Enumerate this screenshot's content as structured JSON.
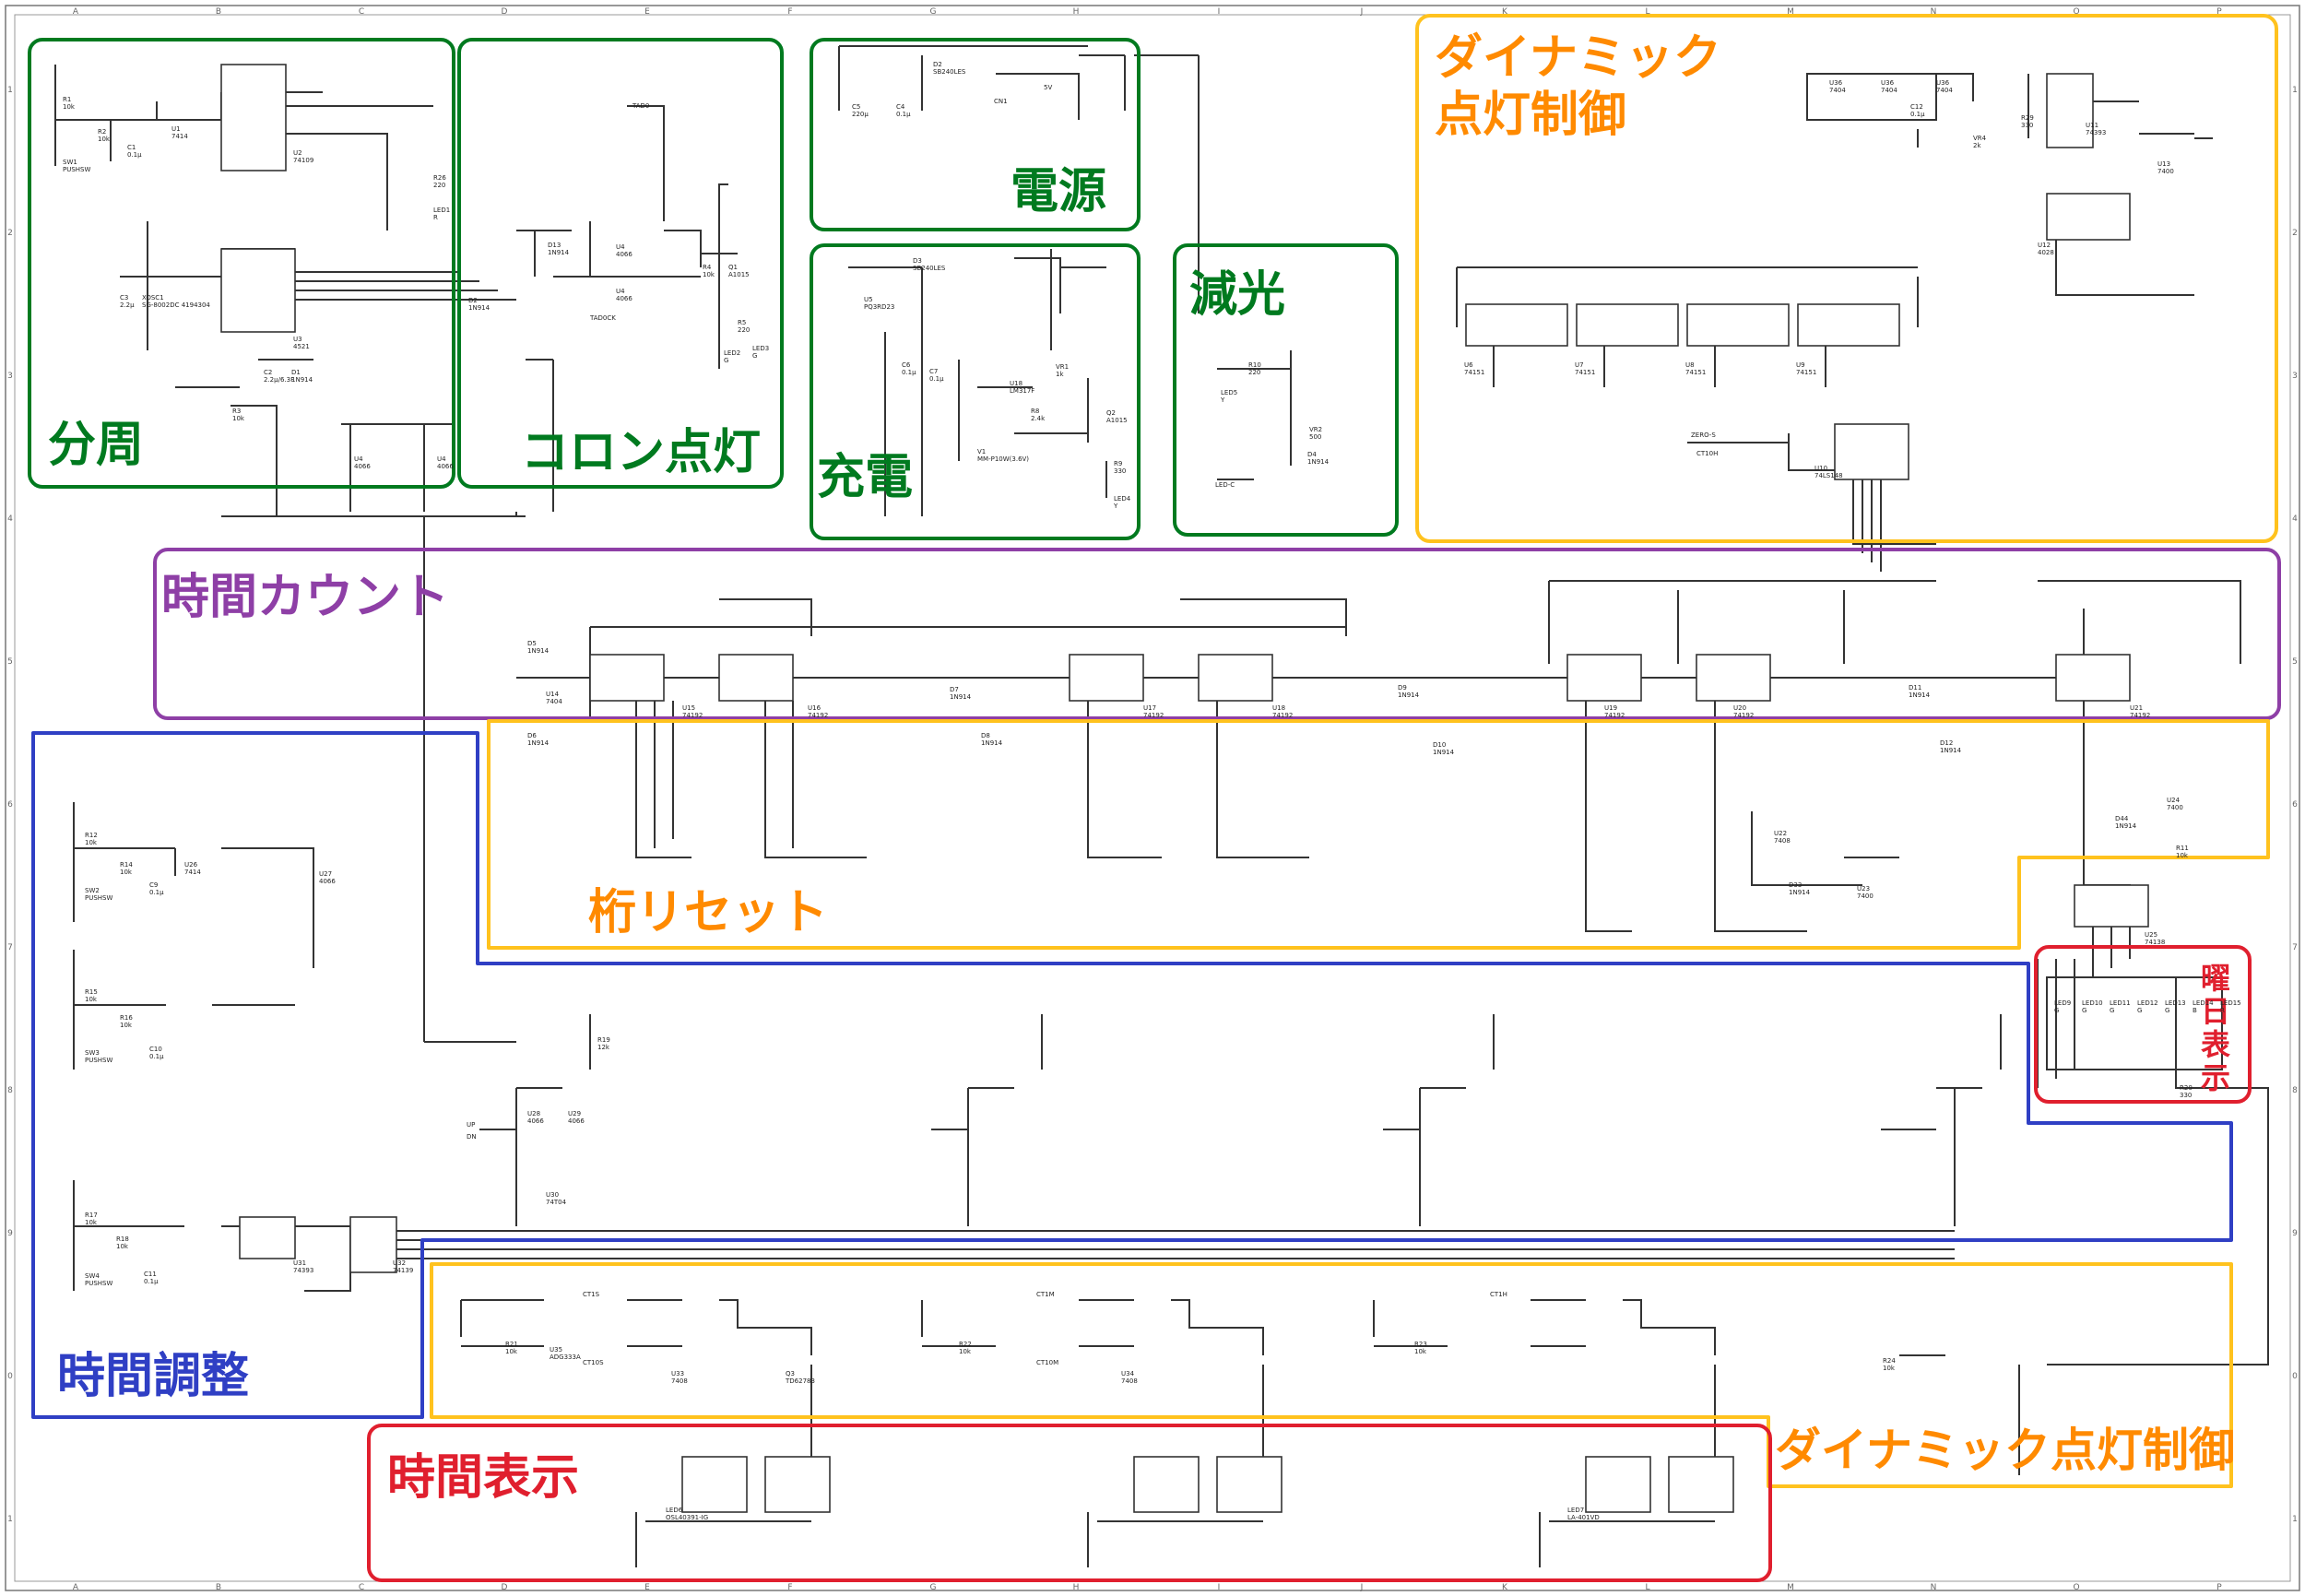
{
  "colors": {
    "green": "#007a1f",
    "orange": "#ff8a00",
    "orange_border": "#ffc21e",
    "purple": "#8e3fa6",
    "blue": "#2f3fc4",
    "red": "#e01f2e",
    "wire": "#333333"
  },
  "blocks": [
    {
      "id": "bunshu",
      "label": "分周",
      "color": "green"
    },
    {
      "id": "colon",
      "label": "コロン点灯",
      "color": "green"
    },
    {
      "id": "dengen",
      "label": "電源",
      "color": "green"
    },
    {
      "id": "juden",
      "label": "充電",
      "color": "green"
    },
    {
      "id": "genko",
      "label": "減光",
      "color": "green"
    },
    {
      "id": "dyn-top",
      "label": "ダイナミック\n点灯制御",
      "color": "orange"
    },
    {
      "id": "count",
      "label": "時間カウント",
      "color": "purple"
    },
    {
      "id": "reset",
      "label": "桁リセット",
      "color": "orange"
    },
    {
      "id": "chosei",
      "label": "時間調整",
      "color": "blue"
    },
    {
      "id": "yobi",
      "label": "曜\n日\n表\n示",
      "color": "red"
    },
    {
      "id": "dyn-bottom",
      "label": "ダイナミック点灯制御",
      "color": "orange"
    },
    {
      "id": "hyoji",
      "label": "時間表示",
      "color": "red"
    }
  ],
  "ruler": {
    "columns": [
      "A",
      "B",
      "C",
      "D",
      "E",
      "F",
      "G",
      "H",
      "I",
      "J",
      "K",
      "L",
      "M",
      "N",
      "O",
      "P"
    ],
    "rows": [
      "1",
      "2",
      "3",
      "4",
      "5",
      "6",
      "7",
      "8",
      "9",
      "0",
      "1"
    ]
  },
  "labels": {
    "power_5v": "5V",
    "cr2032": "CN1",
    "d2": "D2\nSB240LES",
    "c5": "C5\n220μ",
    "c4": "C4\n0.1μ",
    "u5": "U5\nPQ3RD23",
    "d3": "D3\nSB240LES",
    "u18": "U18\nLM317F",
    "vr1": "VR1\n1k",
    "q2": "Q2\nA1015",
    "v1": "V1\nMM-P10W(3.6V)",
    "r8": "R8\n2.4k",
    "r9": "R9\n330",
    "led4": "LED4\nY",
    "c6": "C6\n0.1μ",
    "c7": "C7\n0.1μ",
    "r10": "R10\n220",
    "led5": "LED5\nY",
    "vr2": "VR2\n500",
    "d4": "D4\n1N914",
    "ledc": "LED-C",
    "r1": "R1\n10k",
    "r2": "R2\n10k",
    "c1": "C1\n0.1μ",
    "sw1": "SW1\nPUSHSW",
    "u1": "U1\n7414",
    "u2": "U2\n74109",
    "xosc1": "XOSC1\nSG-8002DC 4194304",
    "u3": "U3\n4521",
    "c3": "C3\n2.2μ",
    "c2": "C2\n2.2μ/6.3F",
    "d1": "D1\n1N914",
    "r3": "R3\n10k",
    "r26": "R26\n220",
    "led1": "LED1\nR",
    "tad0": "TAD0",
    "tad0ck": "TAD0CK",
    "d13": "D13\n1N914",
    "d2b": "D2\n1N914",
    "q1": "Q1\nA1015",
    "r4": "R4\n10k",
    "r5": "R5\n220",
    "led2": "LED2\nG",
    "led3": "LED3\nG",
    "u4a": "U4\n4066",
    "u4b": "U4\n4066",
    "u4c": "U4\n4066",
    "u4d": "U4\n4066",
    "u36": "U36\n7404",
    "u36b": "U36\n7404",
    "u36c": "U36\n7404",
    "c12": "C12\n0.1μ",
    "vr4": "VR4\n2k",
    "r29": "R29\n330",
    "u11": "U11\n74393",
    "u13": "U13\n7400",
    "u12": "U12\n4028",
    "u6": "U6\n74151",
    "u7": "U7\n74151",
    "u8": "U8\n74151",
    "u9": "U9\n74151",
    "u10": "U10\n74LS148",
    "zeros": "ZERO-S",
    "ct10h": "CT10H",
    "d5": "D5\n1N914",
    "d6": "D6\n1N914",
    "u14": "U14\n7404",
    "u15": "U15\n74192",
    "u16": "U16\n74192",
    "d7": "D7\n1N914",
    "d8": "D8\n1N914",
    "u17": "U17\n74192",
    "u18b": "U18\n74192",
    "d9": "D9\n1N914",
    "d10": "D10\n1N914",
    "u19": "U19\n74192",
    "u20": "U20\n74192",
    "d11": "D11\n1N914",
    "d12": "D12\n1N914",
    "u21": "U21\n74192",
    "u22": "U22\n7408",
    "u23": "U23\n7400",
    "u24": "U24\n7400",
    "r11": "R11\n10k",
    "d44": "D44\n1N914",
    "u25": "U25\n74138",
    "d33": "D33\n1N914",
    "r12": "R12\n10k",
    "r14": "R14\n10k",
    "c9": "C9\n0.1μ",
    "sw2": "SW2\nPUSHSW",
    "u26": "U26\n7414",
    "u27": "U27\n4066",
    "r15": "R15\n10k",
    "r16": "R16\n10k",
    "c10": "C10\n0.1μ",
    "sw3": "SW3\nPUSHSW",
    "r17": "R17\n10k",
    "r18": "R18\n10k",
    "c11": "C11\n0.1μ",
    "sw4": "SW4\nPUSHSW",
    "u31": "U31\n74393",
    "u32": "U32\n74139",
    "up": "UP",
    "dn": "DN",
    "u28": "U28\n4066",
    "u29": "U29\n4066",
    "u30": "U30\n74T04",
    "r19": "R19\n12k",
    "u33": "U33\n7408",
    "u34": "U34\n7408",
    "u35": "U35\nADG333A",
    "q3": "Q3\nTD62783",
    "r20": "R20\n330",
    "r23": "R23\n10k",
    "r21": "R21\n10k",
    "r22": "R22\n10k",
    "r24": "R24\n10k",
    "ct1s": "CT1S",
    "ct10s": "CT10S",
    "ct1m": "CT1M",
    "ct10m": "CT10M",
    "ct1h": "CT1H",
    "led6": "LED6\nOSL40391-IG",
    "led7": "LED7\nLA-401VD",
    "led9": "LED9\nG",
    "led10": "LED10\nG",
    "led11": "LED11\nG",
    "led12": "LED12\nG",
    "led13": "LED13\nG",
    "led14": "LED14\nB",
    "led15": "LED15\nR"
  }
}
